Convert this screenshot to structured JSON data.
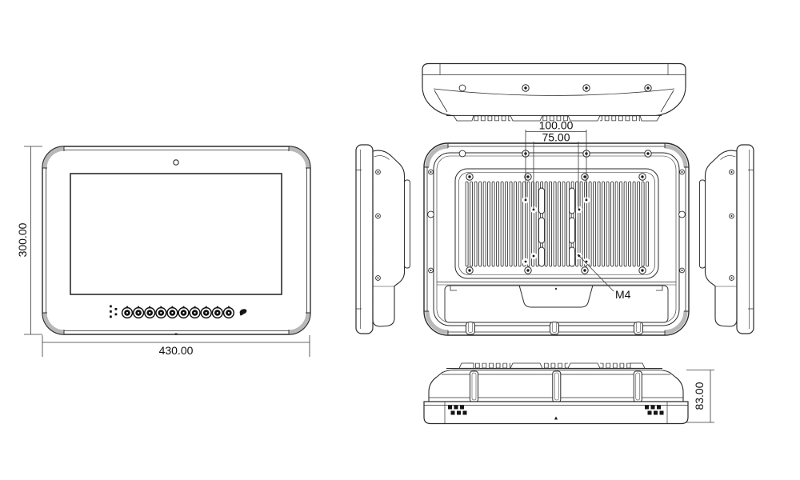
{
  "drawing": {
    "background_color": "#ffffff",
    "line_color": "#2b2b2b",
    "corner_bumper_color": "#b8b8b8",
    "views": [
      "front",
      "top",
      "back",
      "left-side",
      "right-side",
      "bottom"
    ],
    "dimensions": {
      "front_height": "300.00",
      "front_width": "430.00",
      "vesa_outer_width": "100.00",
      "vesa_inner_width": "75.00",
      "mount_thread": "M4",
      "depth": "83.00"
    }
  }
}
